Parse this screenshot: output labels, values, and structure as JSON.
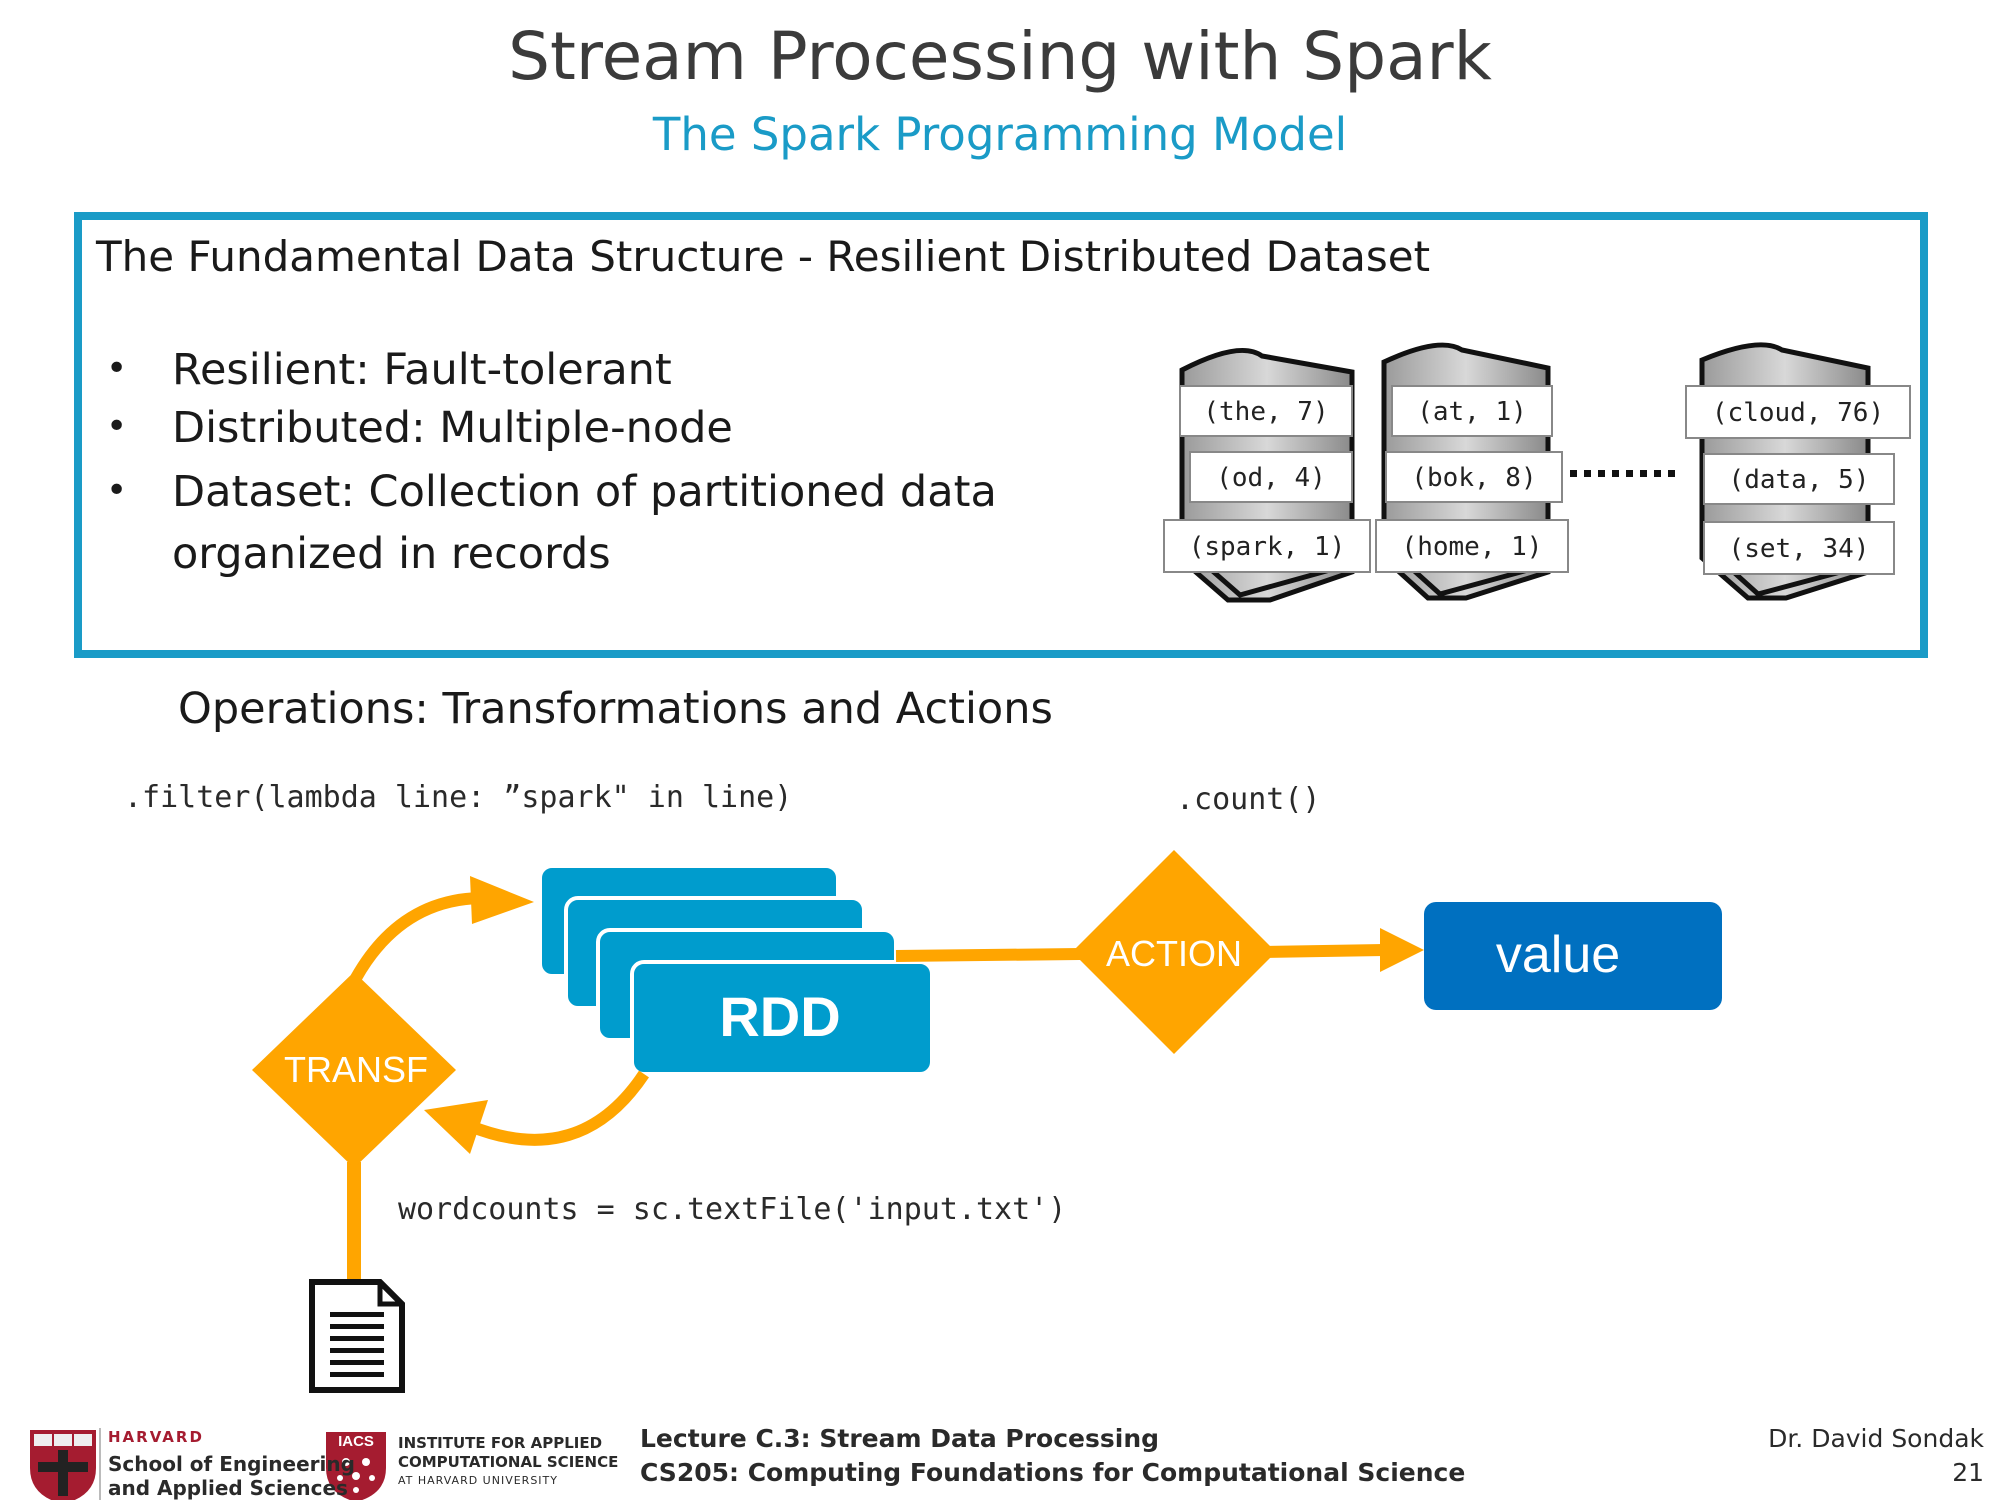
{
  "slide": {
    "title": "Stream Processing with Spark",
    "subtitle": "The Spark Programming Model"
  },
  "rdd_box": {
    "heading": "The Fundamental Data Structure - Resilient Distributed Dataset",
    "bullets": [
      {
        "symbol": "•",
        "text": "Resilient: Fault-tolerant"
      },
      {
        "symbol": "•",
        "text": "Distributed: Multiple-node"
      },
      {
        "symbol": "•",
        "text": "Dataset: Collection of partitioned data",
        "continuation": "organized in records"
      }
    ],
    "servers": [
      {
        "records": [
          "(the, 7)",
          "(od, 4)",
          "(spark, 1)"
        ]
      },
      {
        "records": [
          "(at, 1)",
          "(bok, 8)",
          "(home, 1)"
        ]
      },
      {
        "records": [
          "(cloud, 76)",
          "(data, 5)",
          "(set, 34)"
        ]
      }
    ],
    "ellipsis_icon": "dotted-ellipsis"
  },
  "operations": {
    "heading": "Operations: Transformations and Actions",
    "filter_code": ".filter(lambda line: ”spark\" in line)",
    "count_code": ".count()",
    "textfile_code": "wordcounts = sc.textFile('input.txt')",
    "rdd_label": "RDD",
    "transf_label": "TRANSF",
    "action_label": "ACTION",
    "value_label": "value",
    "document_icon": "document-icon",
    "colors": {
      "diamond": "#ffa500",
      "rdd": "#009ccd",
      "value": "#0070c0",
      "arrow": "#ffa500"
    }
  },
  "footer": {
    "harvard_word": "HARVARD",
    "seas_line1": "School of Engineering",
    "seas_line2": "and Applied Sciences",
    "iacs_badge": "IACS",
    "iacs_line1": "INSTITUTE FOR APPLIED",
    "iacs_line2": "COMPUTATIONAL SCIENCE",
    "iacs_line3": "AT HARVARD UNIVERSITY",
    "lecture": "Lecture C.3: Stream Data Processing",
    "course": "CS205: Computing Foundations for Computational Science",
    "author": "Dr. David Sondak",
    "page": "21"
  }
}
